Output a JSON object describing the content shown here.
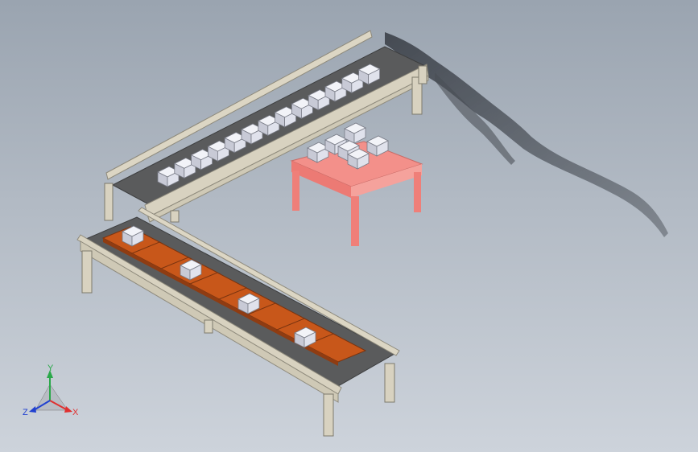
{
  "viewport": {
    "background_top": "#9aa4b0",
    "background_bottom": "#cdd3db"
  },
  "scene": {
    "conveyor_frame_color": "#d8d2c0",
    "belt_color": "#5a5b5c",
    "pallet_color": "#c8571a",
    "box_color": "#e6e8f2",
    "table_color": "#f28a84",
    "upper_conveyor_box_count": 13,
    "lower_conveyor_pallet_count": 8,
    "lower_conveyor_box_count": 4,
    "table_box_count": 6
  },
  "triad": {
    "y_label": "Y",
    "x_label": "X",
    "z_label": "Z",
    "y_color": "#2aa84a",
    "x_color": "#e03030",
    "z_color": "#2040d0"
  }
}
